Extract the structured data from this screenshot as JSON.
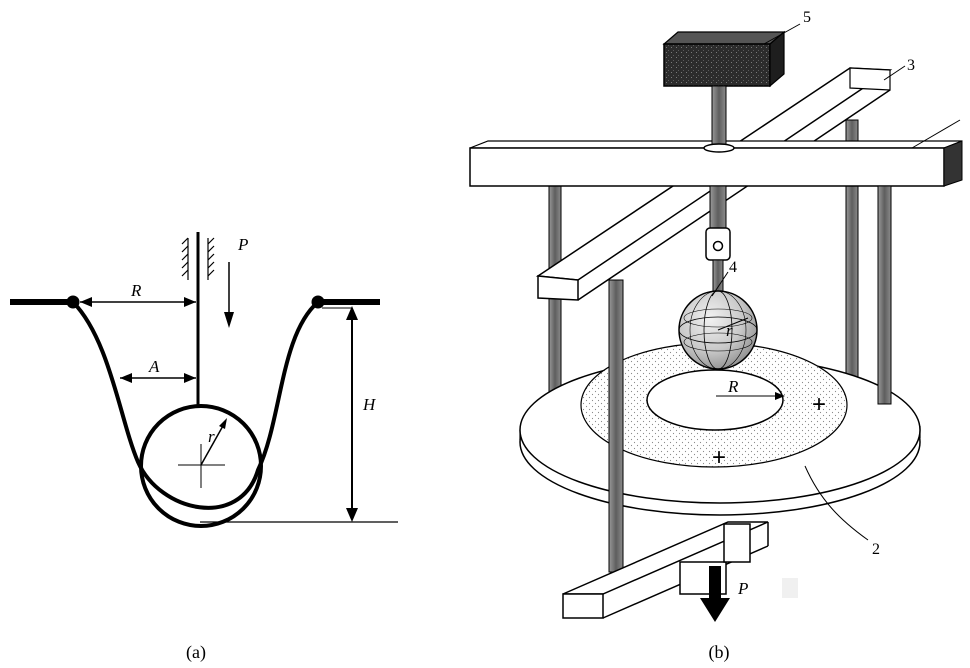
{
  "panel_a": {
    "labels": {
      "R": "R",
      "A": "A",
      "P": "P",
      "H": "H",
      "r": "r"
    },
    "caption": "(a)"
  },
  "panel_b": {
    "labels": {
      "R": "R",
      "r": "r",
      "P": "P"
    },
    "part_numbers": {
      "n2": "2",
      "n3": "3",
      "n4": "4",
      "n5": "5"
    },
    "plus_signs": [
      "+",
      "+"
    ],
    "caption": "(b)"
  }
}
